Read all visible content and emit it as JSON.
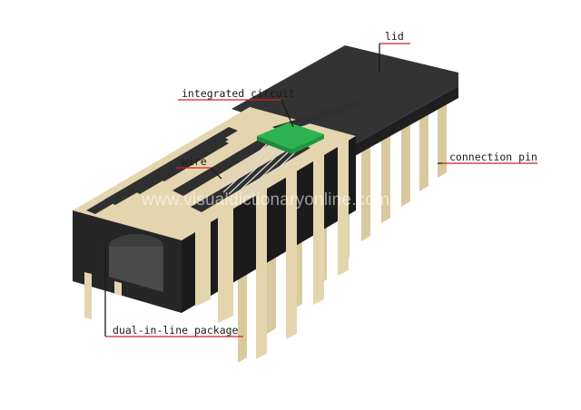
{
  "labels": {
    "lid": "lid",
    "integrated_circuit": "integrated circuit",
    "wire": "wire",
    "connection_pin": "connection pin",
    "package": "dual-in-line package"
  },
  "watermark": "www.visualdictionaryonline.com",
  "colors": {
    "body": "#2b2b2b",
    "body_top": "#3a3a3a",
    "body_side": "#1e1e1e",
    "lead": "#e4d5ae",
    "lead_shade": "#bfae84",
    "chip": "#29a94a",
    "leader_line": "#d01f2a"
  }
}
